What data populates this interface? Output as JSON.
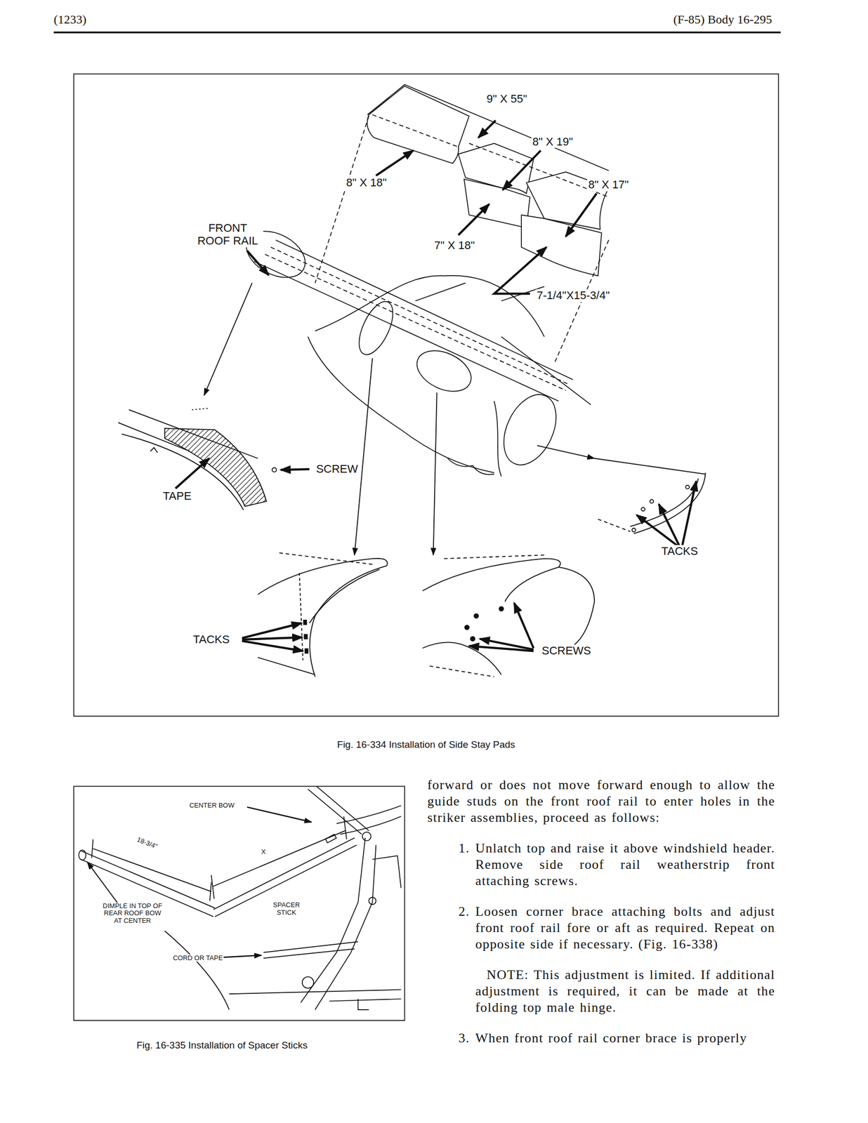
{
  "diagram": {
    "labels": [
      "(1233)",
      "(F-85) Body 16-295",
      "9\" X 55\"",
      "8\" X 19\"",
      "8\" X 18\"",
      "8\" X 17\"",
      "FRONT ROOF RAIL",
      "7\" X 18\"",
      "7-1/4\"X15-3/4\"",
      "SCREW",
      "TAPE",
      "TACKS",
      "TACKS",
      "SCREWS",
      "Fig. 16-334 Installation of Side Stay Pads",
      "CENTER BOW",
      "18-3/4\"",
      "X",
      "DIMPLE IN TOP OF REAR ROOF BOW AT CENTER",
      "SPACER STICK",
      "CORD OR TAPE",
      "Fig. 16-335 Installation of Spacer Sticks",
      "forward or does not move forward enough to allow the guide studs on the front roof rail to enter holes in the striker assemblies, proceed as follows:",
      "1.",
      "Unlatch top and raise it above windshield header. Remove side roof rail weatherstrip front attaching screws.",
      "2.",
      "Loosen corner brace attaching bolts and adjust front roof rail fore or aft as required. Repeat on opposite side if necessary. (Fig. 16-338)",
      "NOTE: This adjustment is limited. If additional adjustment is required, it can be made at the folding top male hinge.",
      "3.",
      "When front roof rail corner brace is properly"
    ]
  }
}
